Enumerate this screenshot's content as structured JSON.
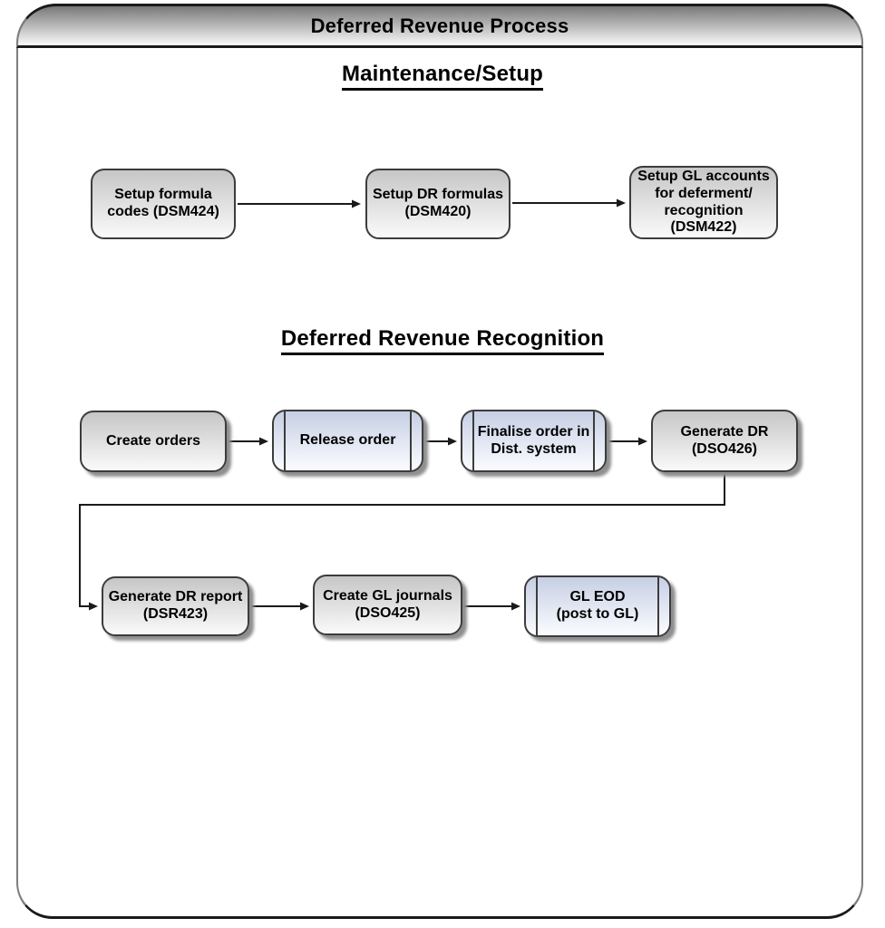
{
  "title": "Deferred Revenue Process",
  "sections": {
    "setup": {
      "heading": "Maintenance/Setup"
    },
    "recognition": {
      "heading": "Deferred Revenue Recognition"
    }
  },
  "flowchart": {
    "row1": [
      "Setup formula\ncodes (DSM424)",
      "Setup DR formulas\n(DSM420)",
      "Setup GL accounts\nfor deferment/\nrecognition\n(DSM422)"
    ],
    "row2": [
      "Create orders",
      "Release order",
      "Finalise order in\nDist. system",
      "Generate DR\n(DSO426)"
    ],
    "row3": [
      "Generate DR report\n(DSR423)",
      "Create GL journals\n(DSO425)",
      "GL EOD\n(post to GL)"
    ]
  },
  "colors": {
    "frame_border": "#1a1a1a",
    "side_border": "#7e7e7e",
    "titlebar_top": "#787878",
    "titlebar_bottom": "#fafafa",
    "process_top": "#c6c6c6",
    "process_bottom": "#fafafa",
    "predefined_top": "#c6cfe4",
    "predefined_bottom": "#fbfcff",
    "box_border": "#3c3c3c",
    "box_shadow": "#8f8f8f",
    "text": "#000000"
  }
}
